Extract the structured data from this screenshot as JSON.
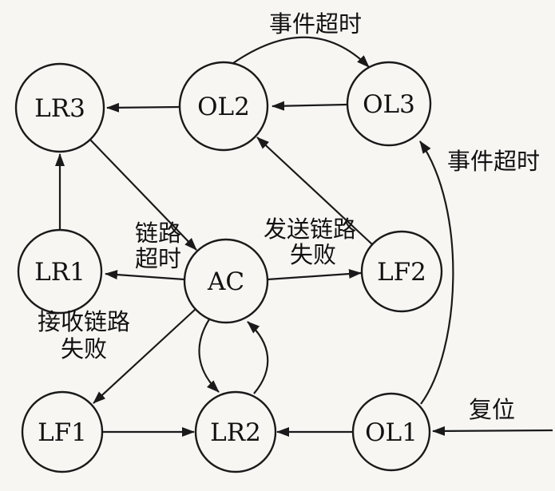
{
  "diagram": {
    "title": "state-transition-diagram",
    "background_color": "#f7f6f3",
    "line_color": "#1a1a1a",
    "nodes": {
      "lr3": "LR3",
      "ol2": "OL2",
      "ol3": "OL3",
      "lr1": "LR1",
      "ac": "AC",
      "lf2": "LF2",
      "lf1": "LF1",
      "lr2": "LR2",
      "ol1": "OL1"
    },
    "edge_labels": {
      "event_timeout_top": "事件超时",
      "event_timeout_right": "事件超时",
      "link_timeout_line1": "链路",
      "link_timeout_line2": "超时",
      "send_link_fail_line1": "发送链路",
      "send_link_fail_line2": "失败",
      "recv_link_fail_line1": "接收链路",
      "recv_link_fail_line2": "失败",
      "reset": "复位"
    },
    "edges": [
      {
        "from": "OL2",
        "to": "OL3",
        "label": "事件超时"
      },
      {
        "from": "OL3",
        "to": "OL2",
        "label": ""
      },
      {
        "from": "OL2",
        "to": "LR3",
        "label": ""
      },
      {
        "from": "LR1",
        "to": "LR3",
        "label": ""
      },
      {
        "from": "AC",
        "to": "LR1",
        "label": "链路超时"
      },
      {
        "from": "LR3",
        "to": "AC",
        "label": ""
      },
      {
        "from": "AC",
        "to": "LF2",
        "label": "发送链路失败"
      },
      {
        "from": "LF2",
        "to": "OL2",
        "label": ""
      },
      {
        "from": "AC",
        "to": "LF1",
        "label": "接收链路失败"
      },
      {
        "from": "AC",
        "to": "LR2",
        "label": ""
      },
      {
        "from": "LR2",
        "to": "AC",
        "label": ""
      },
      {
        "from": "LF1",
        "to": "LR2",
        "label": ""
      },
      {
        "from": "OL1",
        "to": "LR2",
        "label": ""
      },
      {
        "from": "OL1",
        "to": "OL3",
        "label": "事件超时"
      },
      {
        "from": "reset",
        "to": "OL1",
        "label": "复位"
      }
    ]
  }
}
